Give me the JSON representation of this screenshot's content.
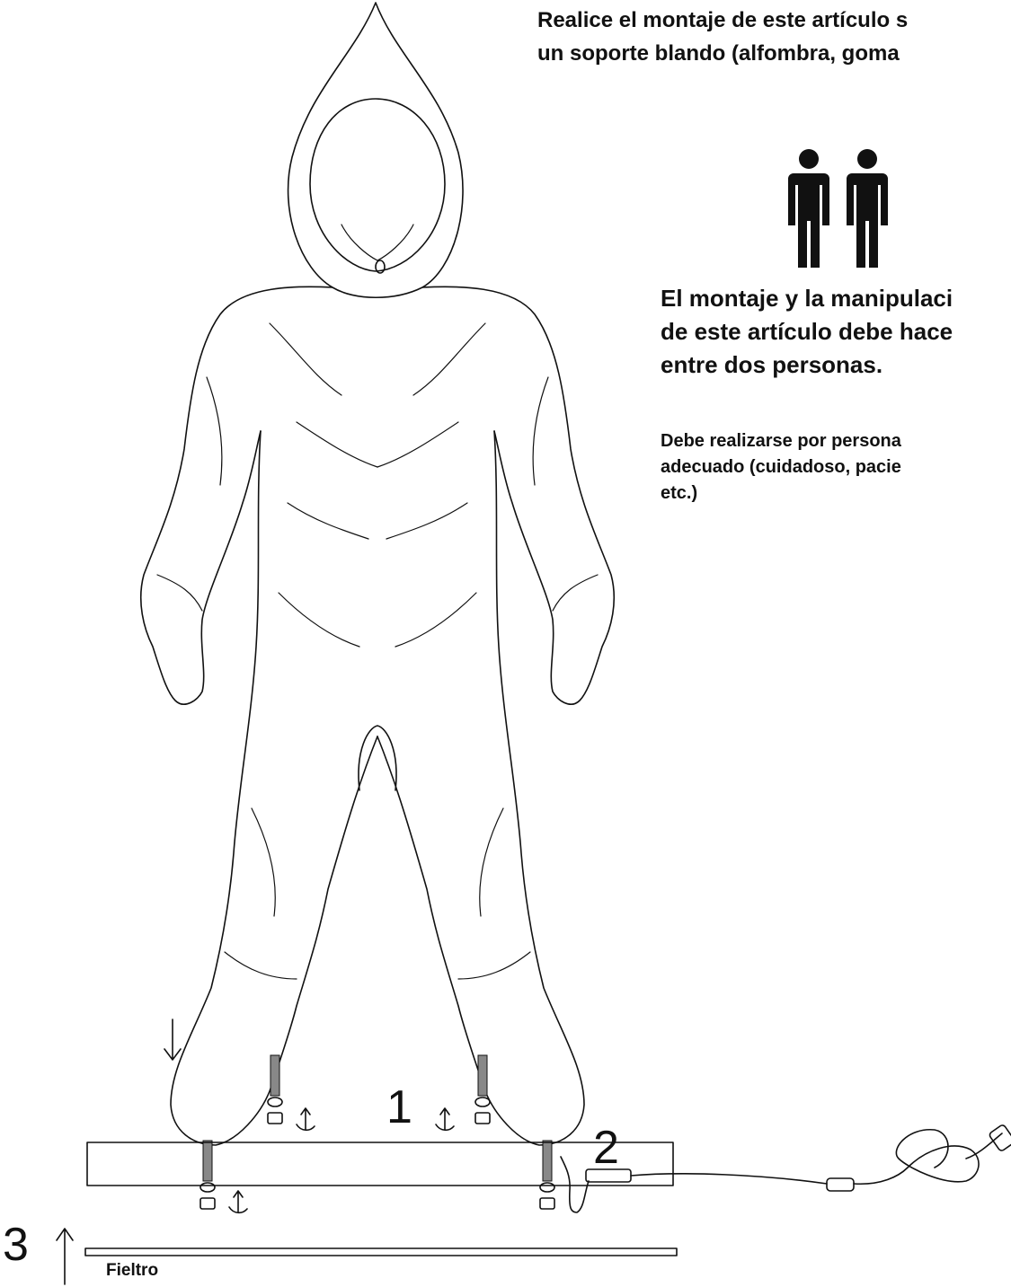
{
  "notes": {
    "top_line1": "Realice el montaje de este artículo s",
    "top_line2": "un soporte blando (alfombra, goma",
    "people_line1": "El montaje y la manipulaci",
    "people_line2": "de este artículo debe hace",
    "people_line3": "entre dos personas.",
    "personnel_line1": "Debe realizarse por persona",
    "personnel_line2": "adecuado (cuidadoso, pacie",
    "personnel_line3": "etc.)"
  },
  "steps": {
    "one": "1",
    "two": "2",
    "three": "3"
  },
  "parts": {
    "felt": "Fieltro"
  },
  "icons": [
    "person-icon",
    "person-icon",
    "down-arrow-icon",
    "up-arrow-icon",
    "rotate-arrow-icon",
    "nut-icon",
    "washer-icon",
    "power-plug-icon",
    "cable-switch-icon"
  ]
}
